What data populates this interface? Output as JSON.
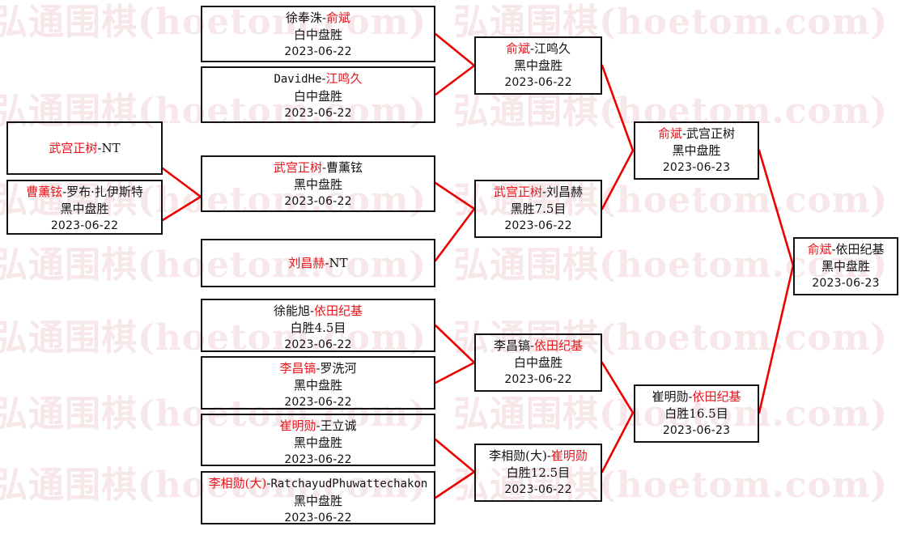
{
  "page": {
    "title": "围棋赛事对阵图",
    "accent_red": "#e8141b",
    "border_color": "#121212",
    "connector_color": "#ee0000",
    "watermark_text": "弘通围棋(hoetom.com)"
  },
  "bracket": {
    "type": "single-elimination",
    "rounds": [
      {
        "name": "round-1",
        "matches": [
          {
            "id": "r1m1",
            "left": "徐奉洙",
            "right": "俞斌",
            "winner": "right",
            "result": "白中盘胜",
            "date": "2023-06-22"
          },
          {
            "id": "r1m2",
            "left": "DavidHe",
            "right": "江鸣久",
            "winner": "right",
            "result": "白中盘胜",
            "date": "2023-06-22"
          },
          {
            "id": "r1m3",
            "left": "武宫正树",
            "right": "NT",
            "winner": "left",
            "result": "",
            "date": ""
          },
          {
            "id": "r1m4",
            "left": "曹薰铉",
            "right": "罗布·扎伊斯特",
            "winner": "left",
            "result": "黑中盘胜",
            "date": "2023-06-22"
          },
          {
            "id": "r1m5",
            "left": "武宫正树",
            "right": "曹薰铉",
            "winner": "left",
            "result": "黑中盘胜",
            "date": "2023-06-22"
          },
          {
            "id": "r1m6",
            "left": "刘昌赫",
            "right": "NT",
            "winner": "left",
            "result": "",
            "date": ""
          },
          {
            "id": "r1m7",
            "left": "徐能旭",
            "right": "依田纪基",
            "winner": "right",
            "result": "白胜4.5目",
            "date": "2023-06-22"
          },
          {
            "id": "r1m8",
            "left": "李昌镐",
            "right": "罗洗河",
            "winner": "left",
            "result": "黑中盘胜",
            "date": "2023-06-22"
          },
          {
            "id": "r1m9",
            "left": "崔明勋",
            "right": "王立诚",
            "winner": "left",
            "result": "黑中盘胜",
            "date": "2023-06-22"
          },
          {
            "id": "r1m10",
            "left": "李相勋(大)",
            "right": "RatchayudPhuwattechakon",
            "winner": "left",
            "result": "黑中盘胜",
            "date": "2023-06-22"
          }
        ]
      },
      {
        "name": "round-2",
        "matches": [
          {
            "id": "r2m1",
            "left": "俞斌",
            "right": "江鸣久",
            "winner": "left",
            "result": "黑中盘胜",
            "date": "2023-06-22"
          },
          {
            "id": "r2m2",
            "left": "武宫正树",
            "right": "刘昌赫",
            "winner": "left",
            "result": "黑胜7.5目",
            "date": "2023-06-22"
          },
          {
            "id": "r2m3",
            "left": "李昌镐",
            "right": "依田纪基",
            "winner": "right",
            "result": "白中盘胜",
            "date": "2023-06-22"
          },
          {
            "id": "r2m4",
            "left": "李相勋(大)",
            "right": "崔明勋",
            "winner": "right",
            "result": "白胜12.5目",
            "date": "2023-06-22"
          }
        ]
      },
      {
        "name": "semifinals",
        "matches": [
          {
            "id": "sf1",
            "left": "俞斌",
            "right": "武宫正树",
            "winner": "left",
            "result": "黑中盘胜",
            "date": "2023-06-23"
          },
          {
            "id": "sf2",
            "left": "崔明勋",
            "right": "依田纪基",
            "winner": "right",
            "result": "白胜16.5目",
            "date": "2023-06-23"
          }
        ]
      },
      {
        "name": "final",
        "matches": [
          {
            "id": "f1",
            "left": "俞斌",
            "right": "依田纪基",
            "winner": "left",
            "result": "黑中盘胜",
            "date": "2023-06-23"
          }
        ]
      }
    ]
  }
}
